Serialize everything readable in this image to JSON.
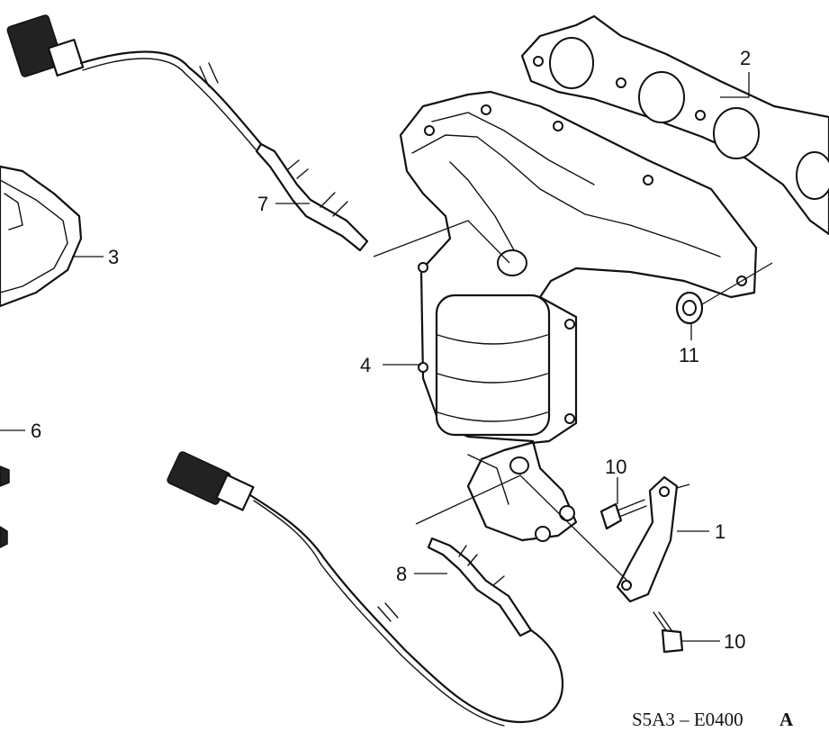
{
  "callouts": {
    "c1": "1",
    "c2": "2",
    "c3": "3",
    "c4": "4",
    "c6": "6",
    "c7": "7",
    "c8": "8",
    "c10a": "10",
    "c10b": "10",
    "c11": "11"
  },
  "diagram_code": "S5A3 – E0400",
  "diagram_code_suffix": "A",
  "colors": {
    "line": "#111111",
    "background": "#ffffff"
  }
}
